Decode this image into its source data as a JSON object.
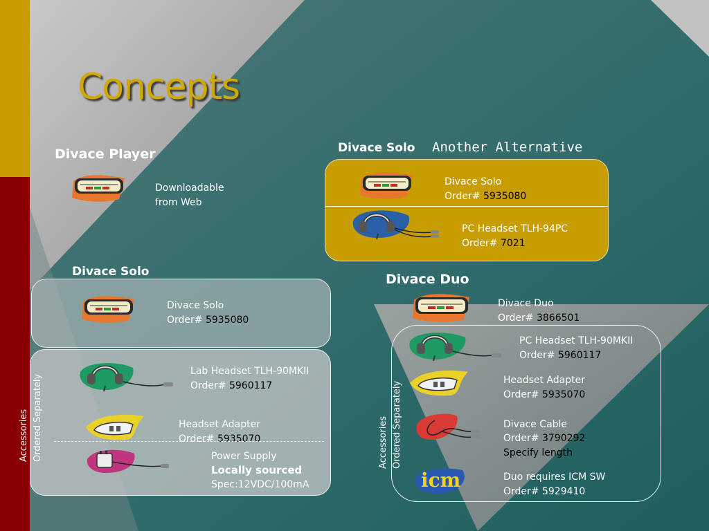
{
  "slide": {
    "title": "Concepts"
  },
  "player": {
    "header": "Divace Player",
    "line1": "Downloadable",
    "line2": "from Web"
  },
  "solo_alt": {
    "header": "Divace Solo",
    "alt_label": "Another Alternative",
    "item1_name": "Divace Solo",
    "item1_order_label": "Order#",
    "item1_order_num": "5935080",
    "item2_name": "PC Headset TLH-94PC",
    "item2_order_label": "Order#",
    "item2_order_num": "7021"
  },
  "solo": {
    "header": "Divace Solo",
    "item1_name": "Divace Solo",
    "item1_order_label": "Order#",
    "item1_order_num": "5935080",
    "acc_line1": "Accessories",
    "acc_line2": "Ordered Separately",
    "acc1_name": "Lab Headset TLH-90MKII",
    "acc1_order_label": "Order#",
    "acc1_order_num": "5960117",
    "acc2_name": "Headset Adapter",
    "acc2_order_label": "Order#",
    "acc2_order_num": "5935070",
    "acc3_name": "Power Supply",
    "acc3_note": "Locally sourced",
    "acc3_spec": "Spec:12VDC/100mA"
  },
  "duo": {
    "header": "Divace Duo",
    "item1_name": "Divace Duo",
    "item1_order_label": "Order#",
    "item1_order_num": "3866501",
    "acc_line1": "Accessories",
    "acc_line2": "Ordered Separately",
    "acc1_name": "PC Headset TLH-90MKII",
    "acc1_order_label": "Order#",
    "acc1_order_num": "5960117",
    "acc2_name": "Headset Adapter",
    "acc2_order_label": "Order#",
    "acc2_order_num": "5935070",
    "acc3_name": "Divace Cable",
    "acc3_order_label": "Order#",
    "acc3_order_num": "3790292",
    "acc3_note": "Specify length",
    "acc4_name": "Duo requires ICM SW",
    "acc4_order_label": "Order#",
    "acc4_order_num": "5929410",
    "icm_logo": "icm"
  },
  "colors": {
    "accent_gold": "#c99a00",
    "accent_red": "#8a0000",
    "panel_gold": "#c79d00",
    "title_gold": "#d2a800",
    "teal": "#2f6b6b"
  },
  "icons": [
    "pager-device-icon",
    "headset-icon",
    "headset-adapter-icon",
    "power-supply-icon",
    "cable-icon",
    "icm-logo"
  ]
}
